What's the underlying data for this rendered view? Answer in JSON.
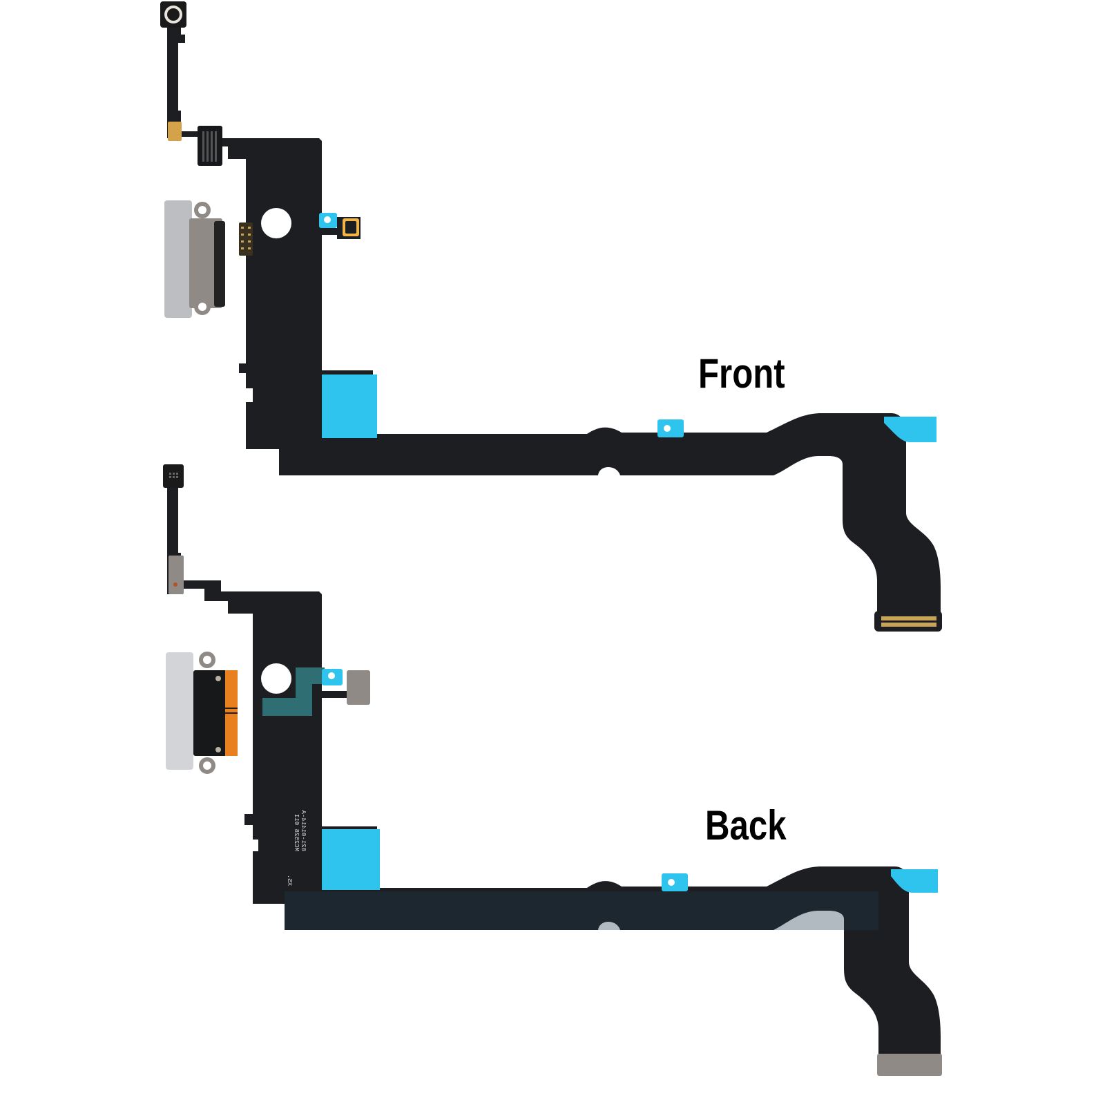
{
  "labels": {
    "front": "Front",
    "back": "Back"
  },
  "back_print": {
    "line1": "821-01414-A",
    "line2": "MC2528 01I",
    "line3": "XS."
  },
  "colors": {
    "background": "#ffffff",
    "flex": "#1c1e22",
    "adhesive_blue": "#2ec4ee",
    "connector_gray": "#bcbec2",
    "shield_metal": "#8f8a85",
    "orange_stiffener": "#e9801f",
    "teal_tape": "#2f6f73",
    "gold_pins": "#c9a458",
    "label_text": "#000000"
  },
  "views": [
    {
      "name": "front-view",
      "label_ref": "labels.front"
    },
    {
      "name": "back-view",
      "label_ref": "labels.back"
    }
  ]
}
